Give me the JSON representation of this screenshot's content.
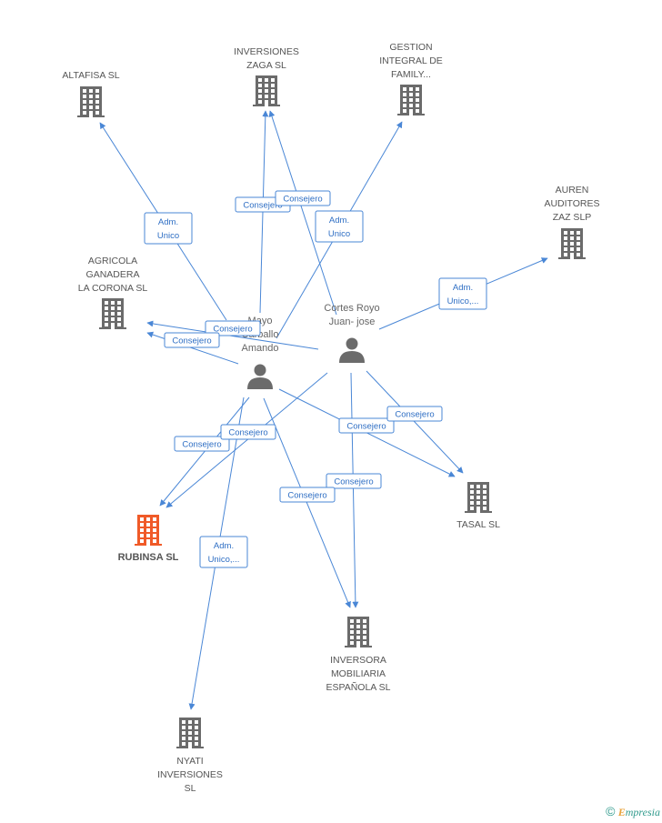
{
  "companies": [
    {
      "id": "altafisa",
      "lines": [
        "ALTAFISA SL"
      ],
      "highlight": false
    },
    {
      "id": "inversiones-zaga",
      "lines": [
        "INVERSIONES",
        "ZAGA SL"
      ],
      "highlight": false
    },
    {
      "id": "gestion-integral",
      "lines": [
        "GESTION",
        "INTEGRAL DE",
        "FAMILY..."
      ],
      "highlight": false
    },
    {
      "id": "auren",
      "lines": [
        "AUREN",
        "AUDITORES",
        "ZAZ  SLP"
      ],
      "highlight": false
    },
    {
      "id": "agricola",
      "lines": [
        "AGRICOLA",
        "GANADERA",
        "LA CORONA SL"
      ],
      "highlight": false
    },
    {
      "id": "rubinsa",
      "lines": [
        "RUBINSA SL"
      ],
      "highlight": true
    },
    {
      "id": "tasal",
      "lines": [
        "TASAL SL"
      ],
      "highlight": false
    },
    {
      "id": "inversora",
      "lines": [
        "INVERSORA",
        "MOBILIARIA",
        "ESPAÑOLA  SL"
      ],
      "highlight": false
    },
    {
      "id": "nyati",
      "lines": [
        "NYATI",
        "INVERSIONES",
        "SL"
      ],
      "highlight": false
    }
  ],
  "persons": [
    {
      "id": "mayo",
      "lines": [
        "Mayo",
        "Carballo",
        "Amando"
      ]
    },
    {
      "id": "cortes",
      "lines": [
        "Cortes Royo",
        "Juan- jose"
      ]
    }
  ],
  "relations": [
    {
      "id": "r1",
      "lines": [
        "Adm.",
        "Unico"
      ]
    },
    {
      "id": "r2",
      "lines": [
        "Consejero"
      ]
    },
    {
      "id": "r3",
      "lines": [
        "Consejero"
      ]
    },
    {
      "id": "r4",
      "lines": [
        "Adm.",
        "Unico"
      ]
    },
    {
      "id": "r5",
      "lines": [
        "Adm.",
        "Unico,..."
      ]
    },
    {
      "id": "r6",
      "lines": [
        "Consejero"
      ]
    },
    {
      "id": "r7",
      "lines": [
        "Consejero"
      ]
    },
    {
      "id": "r8",
      "lines": [
        "Consejero"
      ]
    },
    {
      "id": "r9",
      "lines": [
        "Consejero"
      ]
    },
    {
      "id": "r10",
      "lines": [
        "Consejero"
      ]
    },
    {
      "id": "r11",
      "lines": [
        "Consejero"
      ]
    },
    {
      "id": "r12",
      "lines": [
        "Consejero"
      ]
    },
    {
      "id": "r13",
      "lines": [
        "Consejero"
      ]
    },
    {
      "id": "r14",
      "lines": [
        "Adm.",
        "Unico,..."
      ]
    }
  ],
  "footer": {
    "copyright": "©",
    "brand_first": "E",
    "brand_rest": "mpresia"
  },
  "colors": {
    "edge": "#4a87d6",
    "building": "#6b6b6b",
    "highlight": "#f05a28",
    "person": "#6b6b6b"
  }
}
